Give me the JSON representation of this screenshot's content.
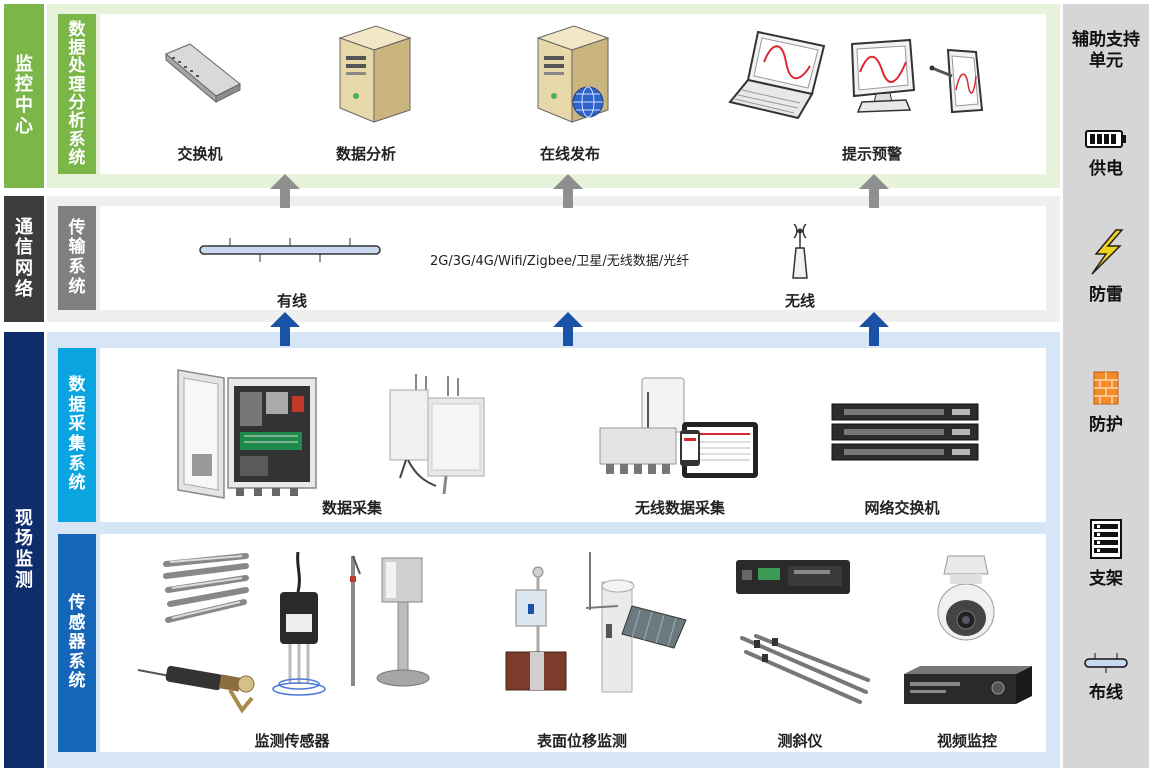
{
  "left_labels": {
    "monitor_center": [
      "监",
      "控",
      "中",
      "心"
    ],
    "comm_network": [
      "通",
      "信",
      "网",
      "络"
    ],
    "field_monitoring": [
      "现",
      "场",
      "监",
      "测"
    ]
  },
  "sub_labels": {
    "data_analysis_system": [
      "数",
      "据",
      "处",
      "理",
      "分",
      "析",
      "系",
      "统"
    ],
    "transmission_system": [
      "传",
      "输",
      "系",
      "统"
    ],
    "data_acquisition_system": [
      "数",
      "据",
      "采",
      "集",
      "系",
      "统"
    ],
    "sensor_system": [
      "传",
      "感",
      "器",
      "系",
      "统"
    ]
  },
  "monitor_center": {
    "switch": "交换机",
    "data_analysis": "数据分析",
    "online_publish": "在线发布",
    "alert": "提示预警"
  },
  "transmission": {
    "wired": "有线",
    "protocols": "2G/3G/4G/Wifi/Zigbee/卫星/无线数据/光纤",
    "wireless": "无线"
  },
  "acquisition": {
    "data_acquisition": "数据采集",
    "wireless_acquisition": "无线数据采集",
    "network_switch": "网络交换机"
  },
  "sensors": {
    "monitoring_sensor": "监测传感器",
    "surface_displacement": "表面位移监测",
    "inclinometer": "测斜仪",
    "video_monitoring": "视频监控"
  },
  "side_panel": {
    "title_line1": "辅助支持",
    "title_line2": "单元",
    "power": "供电",
    "lightning": "防雷",
    "protection": "防护",
    "support": "支架",
    "wiring": "布线"
  },
  "colors": {
    "green": "#7ab648",
    "light_green": "#e6f2d9",
    "dark_gray": "#3d3d3d",
    "mid_gray": "#808080",
    "light_gray": "#efefef",
    "navy": "#0f2d6b",
    "sky_blue": "#0aa5e0",
    "blue": "#1565b8",
    "light_blue": "#d6e6f7",
    "side_gray": "#d6d6d6",
    "arrow_blue": "#1a52a6"
  }
}
